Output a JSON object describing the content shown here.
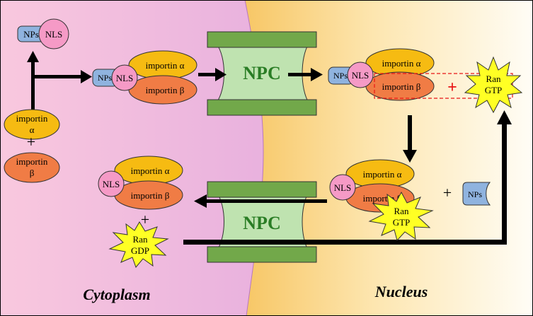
{
  "regions": {
    "cytoplasm_label": "Cytoplasm",
    "nucleus_label": "Nucleus"
  },
  "labels": {
    "nps": "NPs",
    "nls": "NLS",
    "importin_a": "importin α",
    "importin_b": "importin β",
    "importin_word": "importin",
    "alpha": "α",
    "beta": "β",
    "npc": "NPC",
    "plus": "+",
    "ran": "Ran",
    "gtp": "GTP",
    "gdp": "GDP"
  },
  "colors": {
    "cytoplasm_left": "#f9c8de",
    "cytoplasm_right": "#d89add",
    "nucleus_left": "#f7c766",
    "nucleus_right": "#fffdf6",
    "nps": "#8fb3df",
    "nls": "#f59ac6",
    "importin_alpha": "#f6bb12",
    "importin_beta": "#f07c45",
    "ran": "#ffff24",
    "npc_body": "#bfe3b0",
    "npc_cap": "#72a84a",
    "npc_text": "#2a7d25",
    "plus_red": "#e81515",
    "arrow": "#000000"
  }
}
